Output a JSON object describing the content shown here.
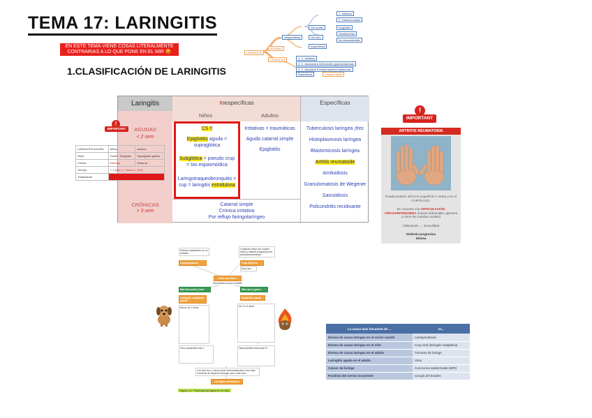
{
  "header": {
    "title": "TEMA 17: LARINGITIS",
    "warning_line1": "EN ESTE TEMA VIENE COSAS LITERALMENTE",
    "warning_line2": "CONTRARIAS A LO QUE PONE EN EL MIR 😡",
    "section_title": "1.CLASIFICACIÓN DE LARINGITIS"
  },
  "mindmap": {
    "root": "LARINGITIS",
    "agudas": "AGUDAS",
    "cronicas": "CRÓNICAS",
    "inespecificas": "Inespecíficas",
    "del_adulto": "Del adulto",
    "del_nino": "Del niño",
    "especificas": "Específicas",
    "n1": "1. Irritativa",
    "n2": "2. Catarral simple",
    "n3": "Epiglotitis",
    "n4": "Glositis/otras",
    "n5": "No descendentes",
    "c1": "1. C. Irritativa",
    "c2": "2. C. Asociada a infecciones granulomatosas",
    "c3": "3. C. Asociada a enfermedades sistémicas",
    "c4": "Específicas",
    "c5": "Causas varias"
  },
  "main_table": {
    "h_laringitis": "Laringitis",
    "h_inespecificas_first": "I",
    "h_inespecificas_rest": "nespecíficas",
    "h_especificas": "Específicas",
    "h_ninos": "Niños",
    "h_adultos": "Adultos",
    "agudas": "AGUDAS",
    "agudas_note": "< 2 sem",
    "cronicas": "CRÓNICAS",
    "cronicas_note": "> 3 sem",
    "ninos": {
      "cs": "CS !!",
      "epi_hl": "Epiglotitis",
      "epi_rest": " aguda = supraglótica",
      "sub_hl": "Subglótica",
      "sub_rest": " = pseudo crup = tos espasmódica",
      "ltb": "Laringotraqueobronquitis = cup = laringitis",
      "ltb_hl": "estridulosa"
    },
    "adultos": [
      "Irritativas = traumáticas",
      "Aguda catarral simple",
      "Epiglotitis"
    ],
    "especificas": [
      "Tuberculosis laríngea ¡frec",
      "Histoplasmosis laríngea",
      "Blastomicosis laríngea",
      "Artritis reumatoide",
      "Amiloidosis",
      "Granulomatosis de Wegener",
      "Sarcoidosis",
      "Policondritis recidivante"
    ],
    "cronicas_list": [
      "Catarral simple",
      "Crónica irritativa",
      "Por reflujo faringolaríngeo"
    ]
  },
  "important_label": "IMPORTANT",
  "mini_table": {
    "headers": [
      "LARINGITIS AGUDA",
      "Niños",
      "Adultos"
    ],
    "rows": [
      [
        "Nivel",
        "Glotis · Subglotis",
        "Supraglotis·glótica"
      ],
      [
        "Clínica",
        "Disfonía",
        "Disfonía"
      ],
      [
        "Tiempo",
        "< 1 sem (< 7 días b = frec)",
        ""
      ],
      [
        "Tratamiento",
        "",
        ""
      ]
    ]
  },
  "artritis": {
    "title": "ARTRITIS REUMATOIDE",
    "text1": "Puede producir afil en la superficie (+ resto) y en el CARTÍLAGO.",
    "text2_a": "En concreto a la ",
    "text2_hl": "ARTICULACIÓN CRICOARITENOIDEA",
    "text2_b": " (mueve aritenoides, apertura y cierre de cuerdas vocales)",
    "text3": "Inflamación → inmovilidad",
    "text4": "Disfonía progresiva",
    "text5": "Disnea"
  },
  "flow": {
    "b1": "Estridor inspiratorio en un lactante",
    "b2": "Laringomalacia",
    "b3": "Cualquier edad con cuadro tóxico y disnea progresiva por pseudomembranas",
    "b4": "Crup difterico",
    "b5": "Muy raro",
    "b6": "Niño con fiebre",
    "b7": "Descartado cuerpo extraño",
    "b8": "Más frecuente y leve",
    "b9": "Más raro y grave",
    "b10": "Laringitis subglótica aguda",
    "b11": "Epiglotitis aguda",
    "b12": "Menor de 2 años",
    "b13": "De 2 a 3 años",
    "b14": "Virus parainfluenzae 1",
    "b15": "Haemophilus influenzae B",
    "b16": "Con aire frío y vaho puede desencadenarse una crisis nocturna de espasmo laríngeo que cede sola",
    "b17": "Laringitis estridulosa",
    "caption": "Figura 4.1. Patología laríngea en el niño."
  },
  "causes": {
    "headers": [
      "La causa más frecuente de ...",
      "es..."
    ],
    "rows": [
      [
        "Disnea de causa laríngea en el recién nacido",
        "Laringomalacia"
      ],
      [
        "Disnea de causa laríngea en el niño",
        "Crup viral (laringitis subglótica)"
      ],
      [
        "Disnea de causa laríngea en el adulto",
        "Tumores de laringe"
      ],
      [
        "Laringitis aguda en el adulto",
        "Virus"
      ],
      [
        "Cáncer de laringe",
        "Carcinoma epidermoide (MIR)"
      ],
      [
        "Parálisis del nervio recurrente",
        "Cirugía del tiroides"
      ]
    ]
  },
  "colors": {
    "accent_red": "#e01818",
    "highlight_yellow": "#ffe800",
    "text_blue": "#2b3fae",
    "table_header_blue": "#4a6fa5"
  }
}
